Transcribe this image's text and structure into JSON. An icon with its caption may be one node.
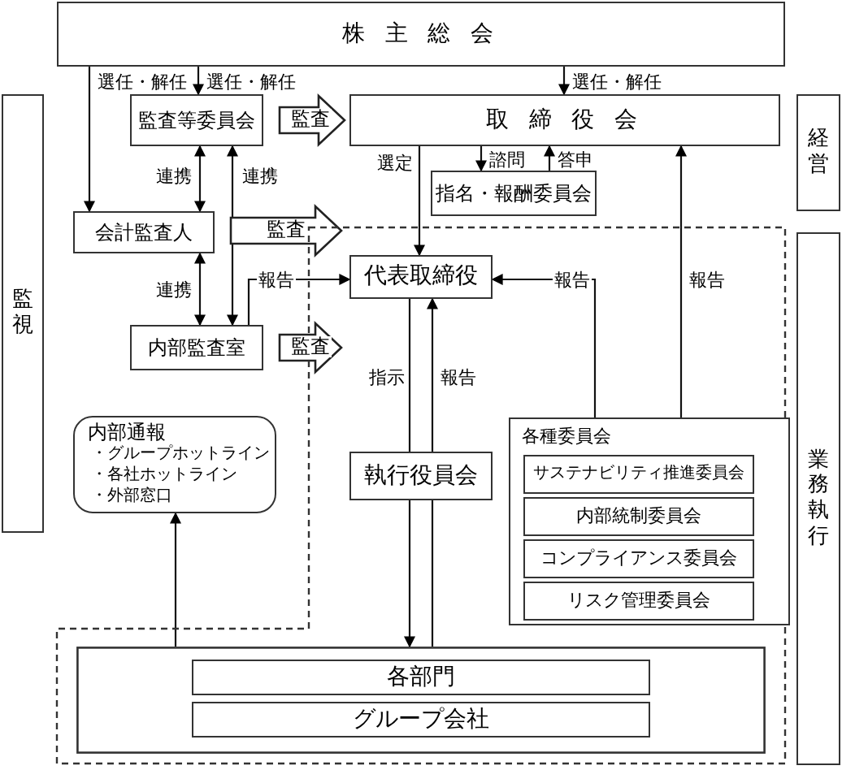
{
  "diagram": {
    "nodes": [
      {
        "text": [
          "株 主 総 会"
        ]
      },
      {
        "text": [
          "監視"
        ]
      },
      {
        "text": [
          "経営"
        ]
      },
      {
        "text": [
          "業務執行"
        ]
      },
      {
        "text": [
          "監査等委員会"
        ]
      },
      {
        "text": [
          "取 締 役 会"
        ]
      },
      {
        "text": [
          "指名・報酬委員会"
        ]
      },
      {
        "text": [
          "会計監査人"
        ]
      },
      {
        "text": [],
        "shape": "box"
      },
      {
        "text": [
          "代表取締役"
        ],
        "in": 8
      },
      {
        "text": [
          "内部監査室"
        ]
      },
      {
        "text": [
          "内部通報",
          "・グループホットライン",
          "・各社ホットライン",
          "・外部窓口"
        ]
      },
      {
        "text": [
          "執行役員会"
        ],
        "in": 8
      },
      {
        "text": [
          "各種委員会"
        ],
        "in": 8
      },
      {
        "text": [
          "サステナビリティ推進委員会"
        ],
        "in": 13
      },
      {
        "text": [
          "内部統制委員会"
        ],
        "in": 13
      },
      {
        "text": [
          "コンプライアンス委員会"
        ],
        "in": 13
      },
      {
        "text": [
          "リスク管理委員会"
        ],
        "in": 13
      },
      {
        "text": [],
        "shape": "box",
        "in": 8
      },
      {
        "text": [
          "各部門"
        ],
        "in": 18
      },
      {
        "text": [
          "グループ会社"
        ],
        "in": 18
      }
    ],
    "edges": [
      {
        "from": 0,
        "to": 7,
        "arrow": "to",
        "label": "選任・解任"
      },
      {
        "from": 0,
        "to": 4,
        "arrow": "to",
        "label": "選任・解任"
      },
      {
        "from": 0,
        "to": 5,
        "arrow": "to",
        "label": "選任・解任"
      },
      {
        "from": 4,
        "to": 5,
        "arrow": "to",
        "label": "監査",
        "style": "thick"
      },
      {
        "from": 4,
        "to": 7,
        "arrow": "both",
        "label": "連携"
      },
      {
        "from": 4,
        "to": 10,
        "arrow": "both",
        "label": "連携"
      },
      {
        "from": 7,
        "to": 10,
        "arrow": "both",
        "label": "連携"
      },
      {
        "from": 7,
        "to": 8,
        "arrow": "to",
        "label": "監査",
        "style": "thick"
      },
      {
        "from": 10,
        "to": 8,
        "arrow": "to",
        "label": "監査",
        "style": "thick"
      },
      {
        "from": 5,
        "to": 9,
        "arrow": "to",
        "label": "選定"
      },
      {
        "from": 5,
        "to": 6,
        "arrow": "to",
        "label": "諮問"
      },
      {
        "from": 6,
        "to": 5,
        "arrow": "to",
        "label": "答申"
      },
      {
        "from": 10,
        "to": 9,
        "arrow": "to",
        "label": "報告"
      },
      {
        "from": 13,
        "to": 9,
        "arrow": "to",
        "label": "報告"
      },
      {
        "from": 13,
        "to": 5,
        "arrow": "to",
        "label": "報告"
      },
      {
        "from": 9,
        "to": 12,
        "arrow": "none",
        "label": "指示"
      },
      {
        "from": 12,
        "to": 18,
        "arrow": "to"
      },
      {
        "from": 18,
        "to": 12,
        "arrow": "none"
      },
      {
        "from": 12,
        "to": 9,
        "arrow": "to",
        "label": "報告"
      },
      {
        "from": 18,
        "to": 11,
        "arrow": "to"
      }
    ]
  }
}
